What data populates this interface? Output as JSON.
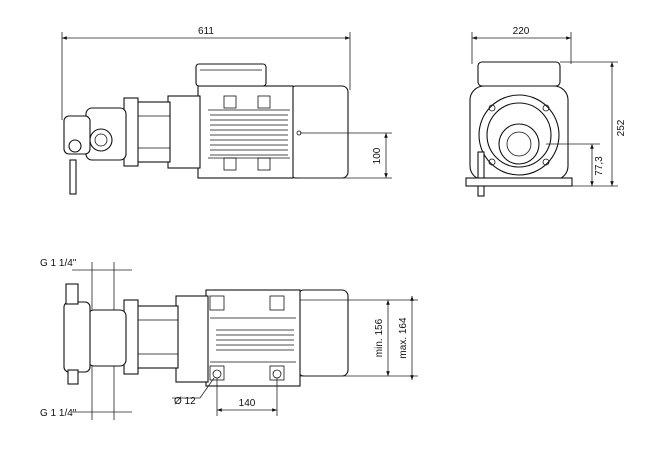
{
  "dimensions": {
    "overall_length": "611",
    "overall_width": "220",
    "overall_height": "252",
    "shaft_height": "77,3",
    "top_view_height": "100",
    "min_width": "min. 156",
    "max_width": "max. 164",
    "foot_spacing": "140",
    "hole_diameter": "Ø 12"
  },
  "ports": {
    "inlet": "G 1 1/4\"",
    "outlet": "G 1 1/4\""
  }
}
